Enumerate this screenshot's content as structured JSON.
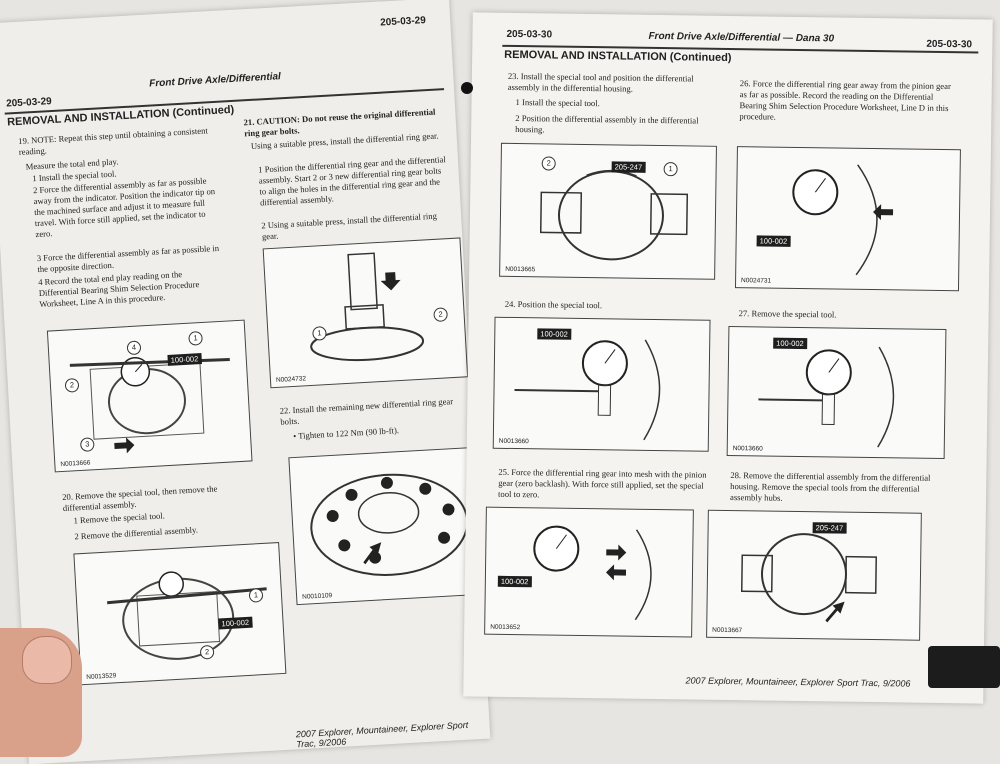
{
  "left_page": {
    "page_number": "205-03-29",
    "page_number_top_right": "205-03-29",
    "running_title": "Front Drive Axle/Differential",
    "section_title": "REMOVAL AND INSTALLATION (Continued)",
    "step19": {
      "note": "19. NOTE: Repeat this step until obtaining a consistent reading.",
      "intro": "Measure the total end play.",
      "items": [
        "1  Install the special tool.",
        "2  Force the differential assembly as far as possible away from the indicator. Position the indicator tip on the machined surface and adjust it to measure full travel. With force still applied, set the indicator to zero.",
        "3  Force the differential assembly as far as possible in the opposite direction.",
        "4  Record the total end play reading on the Differential Bearing Shim Selection Procedure Worksheet, Line A in this procedure."
      ]
    },
    "fig1": {
      "id": "N0013666",
      "tag": "100-002",
      "callouts": [
        "1",
        "2",
        "3",
        "4"
      ]
    },
    "step20": {
      "title": "20. Remove the special tool, then remove the differential assembly.",
      "items": [
        "1  Remove the special tool.",
        "2  Remove the differential assembly."
      ]
    },
    "fig2": {
      "id": "N0013529",
      "tag": "100-002",
      "callouts": [
        "1",
        "2"
      ]
    },
    "step21": {
      "caution": "21. CAUTION: Do not reuse the original differential ring gear bolts.",
      "intro": "Using a suitable press, install the differential ring gear.",
      "items": [
        "1  Position the differential ring gear and the differential assembly. Start 2 or 3 new differential ring gear bolts to align the holes in the differential ring gear and the differential assembly.",
        "2  Using a suitable press, install the differential ring gear."
      ]
    },
    "fig3": {
      "id": "N0024732",
      "callouts": [
        "1",
        "2"
      ]
    },
    "step22": {
      "title": "22. Install the remaining new differential ring gear bolts.",
      "bullet": "Tighten to 122 Nm (90 lb-ft)."
    },
    "fig4": {
      "id": "N0010109"
    },
    "footer": "2007 Explorer, Mountaineer, Explorer Sport Trac, 9/2006"
  },
  "right_page": {
    "page_number_left": "205-03-30",
    "running_title": "Front Drive Axle/Differential — Dana 30",
    "page_number_right": "205-03-30",
    "section_title": "REMOVAL AND INSTALLATION (Continued)",
    "step23": {
      "title": "23. Install the special tool and position the differential assembly in the differential housing.",
      "items": [
        "1  Install the special tool.",
        "2  Position the differential assembly in the differential housing."
      ]
    },
    "fig23": {
      "id": "N0013665",
      "tag": "205-247",
      "callouts": [
        "1",
        "2"
      ]
    },
    "step24": {
      "title": "24. Position the special tool."
    },
    "fig24": {
      "id": "N0013660",
      "tag": "100-002"
    },
    "step25": {
      "title": "25. Force the differential ring gear into mesh with the pinion gear (zero backlash). With force still applied, set the special tool to zero."
    },
    "fig25": {
      "id": "N0013652",
      "tag": "100-002"
    },
    "step26": {
      "title": "26. Force the differential ring gear away from the pinion gear as far as possible. Record the reading on the Differential Bearing Shim Selection Procedure Worksheet, Line D in this procedure."
    },
    "fig26": {
      "id": "N0024731",
      "tag": "100-002"
    },
    "step27": {
      "title": "27. Remove the special tool."
    },
    "fig27": {
      "id": "N0013660",
      "tag": "100-002"
    },
    "step28": {
      "title": "28. Remove the differential assembly from the differential housing. Remove the special tools from the differential assembly hubs."
    },
    "fig28": {
      "id": "N0013667",
      "tag": "205-247"
    },
    "footer": "2007 Explorer, Mountaineer, Explorer Sport Trac, 9/2006"
  }
}
